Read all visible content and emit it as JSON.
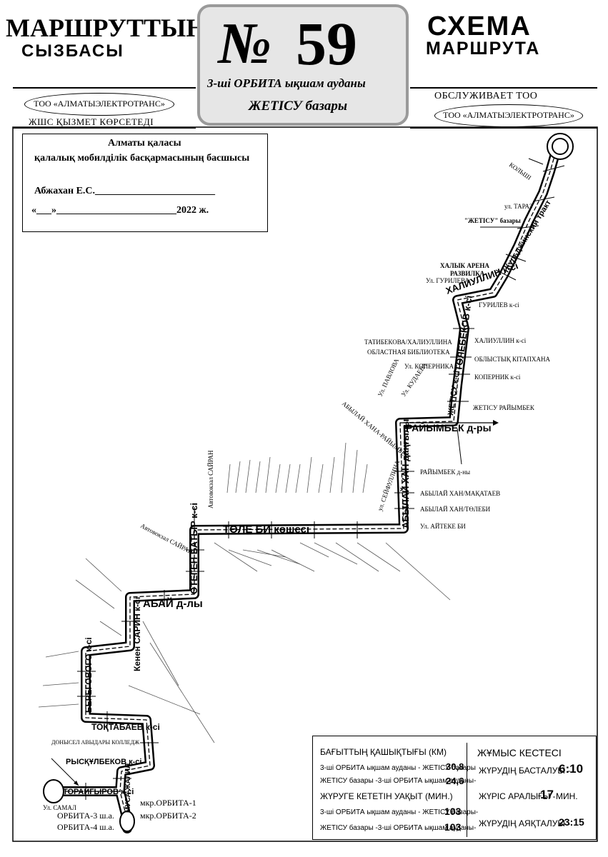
{
  "header": {
    "left_title_line1": "МАРШРУТТЫҢ",
    "left_title_line2": "СЫЗБАСЫ",
    "right_title_line1": "СХЕМА",
    "right_title_line2": "МАРШРУТА",
    "route_sign": "№",
    "route_number": "59",
    "destination_1": "3-ші ОРБИТА ықшам ауданы",
    "destination_2": "ЖЕТІСУ базары",
    "operator_left": "ТОО «АЛМАТЫЭЛЕКТРОТРАНС»",
    "operator_left_sub": "ЖШС ҚЫЗМЕТ КӨРСЕТЕДІ",
    "operator_right_sub": "ОБСЛУЖИВАЕТ ТОО",
    "operator_right": "ТОО «АЛМАТЫЭЛЕКТРОТРАНС»"
  },
  "approval": {
    "line1": "Алматы қаласы",
    "line2": "қалалық мобилділік басқармасының басшысы",
    "line3": "Абжахан Е.С.________________________",
    "line4": "«___»________________________2022 ж."
  },
  "map": {
    "streets": {
      "kuldzhinsky": "Кульджинский тракт",
      "halilullin": "ХАЛИУЛЛИН к-сі",
      "tolebekov": "ТӨЛЕБЕКОВ к-сі",
      "zhetisu": "ЖЕТІСУ к-сі",
      "raiymbek": "РАЙЫМБЕК д-ры",
      "abylai": "АБЫЛАЙ ХАН даңғылы",
      "tole_bi": "ТӨЛЕ БИ көшесі",
      "oteген": "ӨТЕГЕН БАТЫР к-сі",
      "abai": "АБАЙ д-лы",
      "saryn": "Кенен САРИН к-сі",
      "beregovoy": "БЕРЕГОВОГО к-сі",
      "toktabaev": "ТОҚТАБАЕВ к-сі",
      "rysqulbekov": "РЫСҚҰЛБЕКОВ к-сі",
      "toraigyrov": "ТОРАЙҒЫРОВ к-сі",
      "musa": "МУСА ЖАЛИЛ"
    },
    "stops": {
      "kolshi": "КОЛЬШІ",
      "taraz": "ул. ТАРАЗ",
      "zhetisu_bazary": "\"ЖЕТІСУ\" базары",
      "halyk_arena_1": "ХАЛЫК АРЕНА",
      "halyk_arena_2": "РАЗВИЛКА",
      "gurileva": "Ул. ГУРИЛЕВА",
      "gurilev_k": "ГУРИЛЕВ к-сі",
      "tatibekova": "ТАТИБЕКОВА/ХАЛИУЛЛИНА",
      "halilullin_k": "ХАЛИУЛЛИН к-сі",
      "oblastnaya": "ОБЛАСТНАЯ БИБЛИОТЕКА",
      "oblys": "ОБЛЫСТЫҚ КІТАПХАНА",
      "kopernika": "Ул. КОПЕРНИКА",
      "kopernik_k": "КОПЕРНИК к-сі",
      "kudaeva": "Ул. КУДАЕВА",
      "zhetisu_raiymbek": "ЖЕТІСУ РАЙЫМБЕК",
      "palladovskogo": "Ул. ПАВЛОВА",
      "abylai_raiymbek": "АБЫЛАЙ ХАНА-РАЙЫМБЕК",
      "raiymbek_dn": "РАЙЫМБЕК д-ны",
      "abylai_makataev": "АБЫЛАЙ ХАН/МАҚАТАЕВ",
      "abylai_tolebi": "АБЫЛАЙ ХАН/ТӨЛЕБИ",
      "aiteke_bi": "Ул. АЙТЕКЕ БИ",
      "seifullina": "ул. СЕЙФУЛЛИНА",
      "sairan": "Автовокзал САЙРАН",
      "abai_sairan": "Автовокзал САЙРАН",
      "orbita1": "мкр.ОРБИТА-1",
      "orbita2": "мкр.ОРБИТА-2",
      "orbita3": "ОРБИТА-3 ш.а.",
      "orbita4": "ОРБИТА-4 ш.а.",
      "ul_samal": "Ул. САМАЛ",
      "zhenis_kolej": "ДОНЫСЕЛ АВЫДАРЫ КОЛЛЕДЖ"
    }
  },
  "info": {
    "distance_title": "БАҒЫТТЫҢ ҚАШЫҚТЫҒЫ (КМ)",
    "distance_row1_label": "3-ші ОРБИТА ықшам ауданы - ЖЕТІСУ базары",
    "distance_row1_value": "30,8",
    "distance_row2_label": "ЖЕТІСУ базары -3-ші ОРБИТА ықшам ауданы-",
    "distance_row2_value": "24,6",
    "time_title": "ЖҮРУГЕ КЕТЕТІН УАҚЫТ (МИН.)",
    "time_row1_label": "3-ші ОРБИТА ықшам ауданы - ЖЕТІСУ базары-",
    "time_row1_value": "103",
    "time_row2_label": "ЖЕТІСУ базары -3-ші ОРБИТА ықшам ауданы-",
    "time_row2_value": "103",
    "schedule_title": "ЖҰМЫС КЕСТЕСІ",
    "start_label": "ЖҮРУДІҢ БАСТАЛУЫ -",
    "start_value": "6:10",
    "interval_label": "ЖҮРІС АРАЛЫҒЫ -",
    "interval_value": "17",
    "interval_unit": "МИН.",
    "end_label": "ЖҮРУДІҢ АЯҚТАЛУЫ -",
    "end_value": "23:15"
  }
}
